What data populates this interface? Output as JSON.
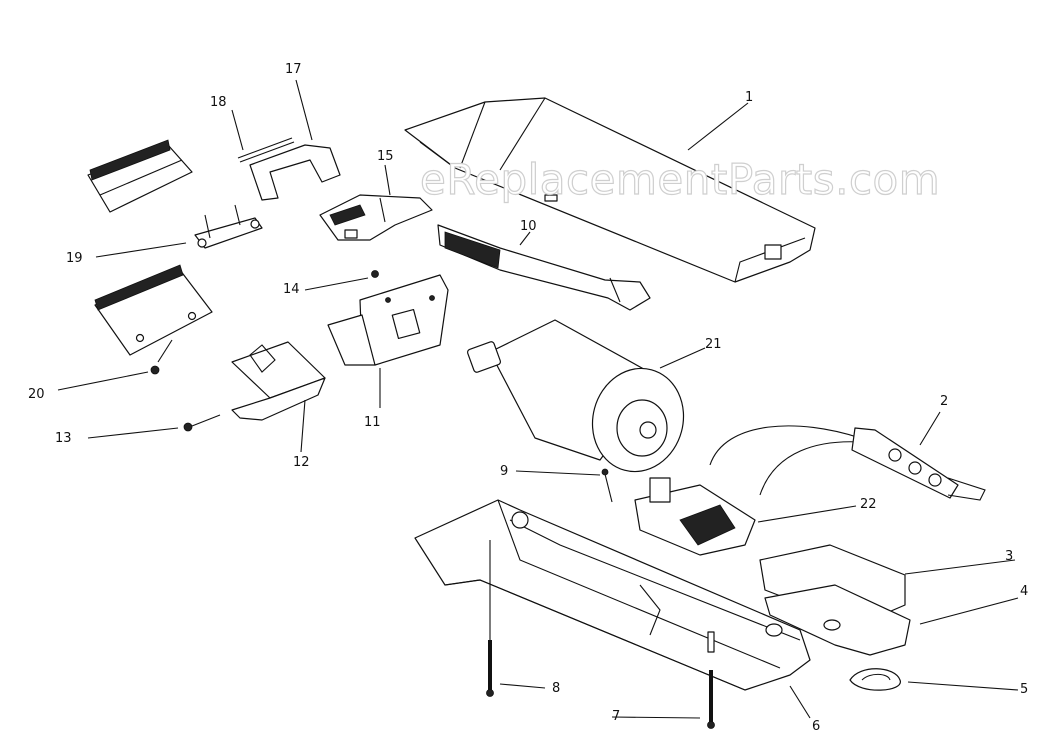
{
  "watermark": "eReplacementParts.com",
  "callouts": [
    {
      "id": "1",
      "label": "1"
    },
    {
      "id": "2",
      "label": "2"
    },
    {
      "id": "3",
      "label": "3"
    },
    {
      "id": "4",
      "label": "4"
    },
    {
      "id": "5",
      "label": "5"
    },
    {
      "id": "6",
      "label": "6"
    },
    {
      "id": "7",
      "label": "7"
    },
    {
      "id": "8",
      "label": "8"
    },
    {
      "id": "9",
      "label": "9"
    },
    {
      "id": "10",
      "label": "10"
    },
    {
      "id": "11",
      "label": "11"
    },
    {
      "id": "12",
      "label": "12"
    },
    {
      "id": "13",
      "label": "13"
    },
    {
      "id": "14",
      "label": "14"
    },
    {
      "id": "15",
      "label": "15"
    },
    {
      "id": "17",
      "label": "17"
    },
    {
      "id": "18",
      "label": "18"
    },
    {
      "id": "19",
      "label": "19"
    },
    {
      "id": "20",
      "label": "20"
    },
    {
      "id": "21",
      "label": "21"
    },
    {
      "id": "22",
      "label": "22"
    }
  ]
}
